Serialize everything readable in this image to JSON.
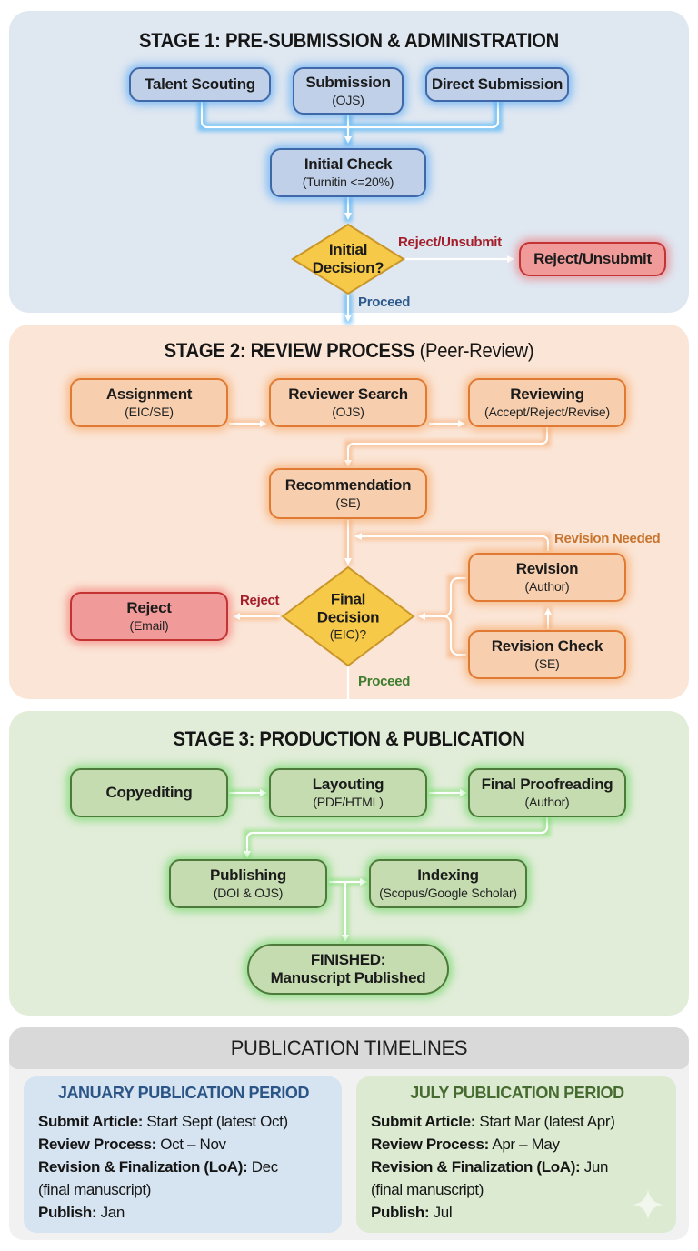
{
  "stage1": {
    "title": "STAGE 1: PRE-SUBMISSION & ADMINISTRATION",
    "nodes": {
      "talent_scouting": {
        "title": "Talent Scouting"
      },
      "submission": {
        "title": "Submission",
        "sub": "(OJS)"
      },
      "direct_submission": {
        "title": "Direct Submission"
      },
      "initial_check": {
        "title": "Initial Check",
        "sub": "(Turnitin <=20%)"
      },
      "initial_decision": {
        "title": "Initial",
        "title2": "Decision?"
      },
      "reject_unsubmit": {
        "title": "Reject/Unsubmit"
      }
    },
    "edge_labels": {
      "reject": "Reject/Unsubmit",
      "proceed": "Proceed"
    }
  },
  "stage2": {
    "title": "STAGE 2: REVIEW PROCESS",
    "title_suffix": "(Peer-Review)",
    "nodes": {
      "assignment": {
        "title": "Assignment",
        "sub": "(EIC/SE)"
      },
      "reviewer_search": {
        "title": "Reviewer Search",
        "sub": "(OJS)"
      },
      "reviewing": {
        "title": "Reviewing",
        "sub": "(Accept/Reject/Revise)"
      },
      "recommendation": {
        "title": "Recommendation",
        "sub": "(SE)"
      },
      "final_decision": {
        "title": "Final",
        "title2": "Decision",
        "sub": "(EIC)?"
      },
      "reject": {
        "title": "Reject",
        "sub": "(Email)"
      },
      "revision": {
        "title": "Revision",
        "sub": "(Author)"
      },
      "revision_check": {
        "title": "Revision Check",
        "sub": "(SE)"
      }
    },
    "edge_labels": {
      "reject": "Reject",
      "revision_needed": "Revision Needed",
      "proceed": "Proceed"
    }
  },
  "stage3": {
    "title": "STAGE 3: PRODUCTION & PUBLICATION",
    "nodes": {
      "copyediting": {
        "title": "Copyediting"
      },
      "layouting": {
        "title": "Layouting",
        "sub": "(PDF/HTML)"
      },
      "final_proofreading": {
        "title": "Final Proofreading",
        "sub": "(Author)"
      },
      "publishing": {
        "title": "Publishing",
        "sub": "(DOI & OJS)"
      },
      "indexing": {
        "title": "Indexing",
        "sub": "(Scopus/Google Scholar)"
      },
      "finished": {
        "title": "FINISHED:",
        "title2": "Manuscript Published"
      }
    }
  },
  "timelines": {
    "title": "PUBLICATION TIMELINES",
    "periods": [
      {
        "title": "JANUARY PUBLICATION PERIOD",
        "lines": [
          {
            "label": "Submit Article:",
            "value": " Start Sept (latest Oct)"
          },
          {
            "label": "Review Process:",
            "value": " Oct – Nov"
          },
          {
            "label": "Revision & Finalization (LoA):",
            "value": " Dec"
          },
          {
            "label": "",
            "value": "(final manuscript)"
          },
          {
            "label": "Publish:",
            "value": " Jan"
          }
        ]
      },
      {
        "title": "JULY PUBLICATION PERIOD",
        "lines": [
          {
            "label": "Submit Article:",
            "value": " Start Mar (latest Apr)"
          },
          {
            "label": "Review Process:",
            "value": " Apr – May"
          },
          {
            "label": "Revision & Finalization (LoA):",
            "value": " Jun"
          },
          {
            "label": "",
            "value": "(final manuscript)"
          },
          {
            "label": "Publish:",
            "value": " Jul"
          }
        ]
      }
    ]
  },
  "colors": {
    "stage1_bg": "#dfe7f1",
    "stage2_bg": "#fbe5d6",
    "stage3_bg": "#e1edd8",
    "decision_fill": "#f7c948",
    "reject_label": "#a31e2a",
    "proceed_blue": "#2c5a8c",
    "proceed_green": "#3e7d2e",
    "revision_needed": "#c8742e"
  }
}
